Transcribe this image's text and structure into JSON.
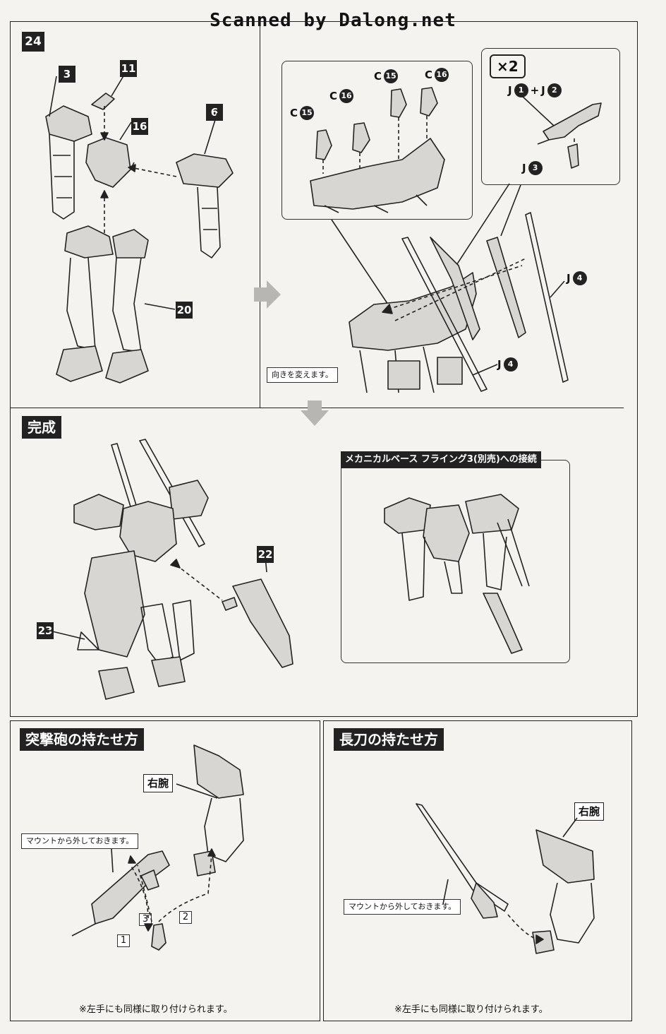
{
  "watermark": "Scanned by Dalong.net",
  "step": {
    "number": "24",
    "parts": {
      "p3": "3",
      "p11": "11",
      "p16": "16",
      "p6": "6",
      "p20": "20"
    },
    "sprues": {
      "c15a": {
        "letter": "C",
        "num": "15"
      },
      "c16a": {
        "letter": "C",
        "num": "16"
      },
      "c15b": {
        "letter": "C",
        "num": "15"
      },
      "c16b": {
        "letter": "C",
        "num": "16"
      },
      "j1": {
        "letter": "J",
        "num": "1"
      },
      "plus": "+",
      "j2": {
        "letter": "J",
        "num": "2"
      },
      "j3": {
        "letter": "J",
        "num": "3"
      },
      "j4a": {
        "letter": "J",
        "num": "4"
      },
      "j4b": {
        "letter": "J",
        "num": "4"
      }
    },
    "multiplier": "×2",
    "note_turn": "向きを変えます。"
  },
  "complete": {
    "title": "完成",
    "parts": {
      "p22": "22",
      "p23": "23"
    },
    "connection_title": "メカニカルベース フライング3(別売)への接続"
  },
  "cannon": {
    "title": "突撃砲の持たせ方",
    "arm_label": "右腕",
    "note": "マウントから外しておきます。",
    "steps": [
      "1",
      "2",
      "3"
    ],
    "footnote": "※左手にも同様に取り付けられます。"
  },
  "sword": {
    "title": "長刀の持たせ方",
    "arm_label": "右腕",
    "note": "マウントから外しておきます。",
    "footnote": "※左手にも同様に取り付けられます。"
  }
}
